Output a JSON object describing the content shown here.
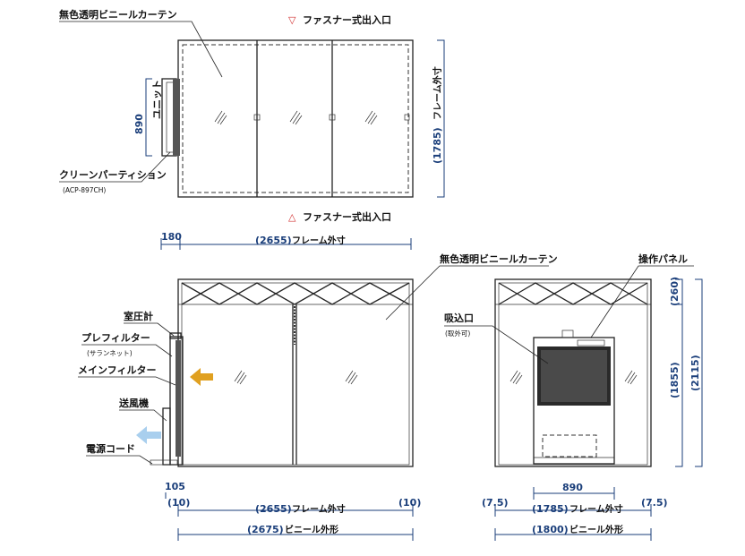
{
  "top_view": {
    "curtain_label": "無色透明ビニールカーテン",
    "entrance_top": "ファスナー式出入口",
    "entrance_bottom": "ファスナー式出入口",
    "entrance_top_symbol": "▽",
    "entrance_bottom_symbol": "△",
    "unit_dim": "890",
    "unit_label": "ユニット",
    "frame_depth_dim": "(1785)",
    "frame_depth_label": "フレーム外寸",
    "partition_label": "クリーンパーティション",
    "partition_model": "(ACP-897CH)"
  },
  "side_view": {
    "offset_dim": "180",
    "top_width_dim": "(2655)",
    "top_width_label": "フレーム外寸",
    "curtain_label": "無色透明ビニールカーテン",
    "pressure_gauge": "室圧計",
    "prefilter": "プレフィルター",
    "prefilter_note": "(サランネット)",
    "main_filter": "メインフィルター",
    "blower": "送風機",
    "power_cord": "電源コード",
    "dim_105": "105",
    "dim_10_left": "(10)",
    "dim_10_right": "(10)",
    "frame_width_dim": "(2655)",
    "frame_width_label": "フレーム外寸",
    "vinyl_width_dim": "(2675)",
    "vinyl_width_label": "ビニール外形",
    "airflow_in_color": "#e0a020",
    "airflow_out_color": "#a9cfee"
  },
  "front_view": {
    "control_panel": "操作パネル",
    "intake": "吸込口",
    "intake_note": "(取外可)",
    "dim_260": "(260)",
    "dim_1855": "(1855)",
    "dim_2115": "(2115)",
    "unit_width_dim": "890",
    "dim_75_left": "(7.5)",
    "dim_75_right": "(7.5)",
    "frame_width_dim": "(1785)",
    "frame_width_label": "フレーム外寸",
    "vinyl_width_dim": "(1800)",
    "vinyl_width_label": "ビニール外形"
  },
  "colors": {
    "dimension_blue": "#1a3e7a",
    "entrance_red": "#d23030"
  }
}
